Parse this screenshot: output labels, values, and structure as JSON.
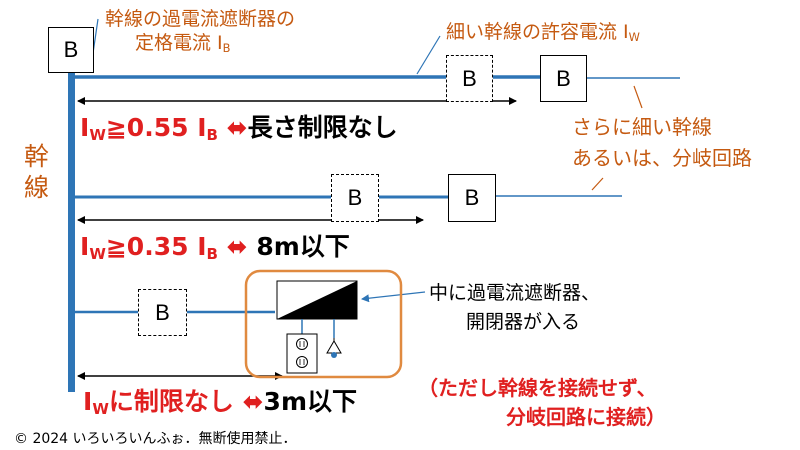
{
  "colors": {
    "trunk_line": "#2e75b6",
    "note_text": "#c55a11",
    "condition_text": "#e02020",
    "box_border": "#000000"
  },
  "breaker_label": "B",
  "annotations": {
    "trunk_breaker": {
      "line1": "幹線の過電流遮断器の",
      "line2_prefix": "定格電流 I",
      "line2_sub": "B"
    },
    "thin_trunk_current": {
      "prefix": "細い幹線の許容電流 I",
      "sub": "W"
    },
    "further_thin": {
      "line1": "さらに細い幹線",
      "line2": "あるいは、分岐回路"
    },
    "trunk_label": "幹線",
    "breaker_note": {
      "line1": "中に過電流遮断器、",
      "line2": "開閉器が入る"
    }
  },
  "conditions": [
    {
      "i": "I",
      "w": "W",
      "op": "≧0.55 I",
      "b": "B",
      "arrow": "⬌",
      "result": "長さ制限なし"
    },
    {
      "i": "I",
      "w": "W",
      "op": "≧0.35 I",
      "b": "B",
      "arrow": "⬌",
      "result": "8m以下"
    },
    {
      "i": "I",
      "w": "W",
      "op": "に制限なし",
      "arrow": "⬌",
      "result": "3m以下",
      "note_line1": "（ただし幹線を接続せず、",
      "note_line2": "分岐回路に接続）"
    }
  ],
  "copyright": "© 2024 いろいろいんふぉ．無断使用禁止．"
}
